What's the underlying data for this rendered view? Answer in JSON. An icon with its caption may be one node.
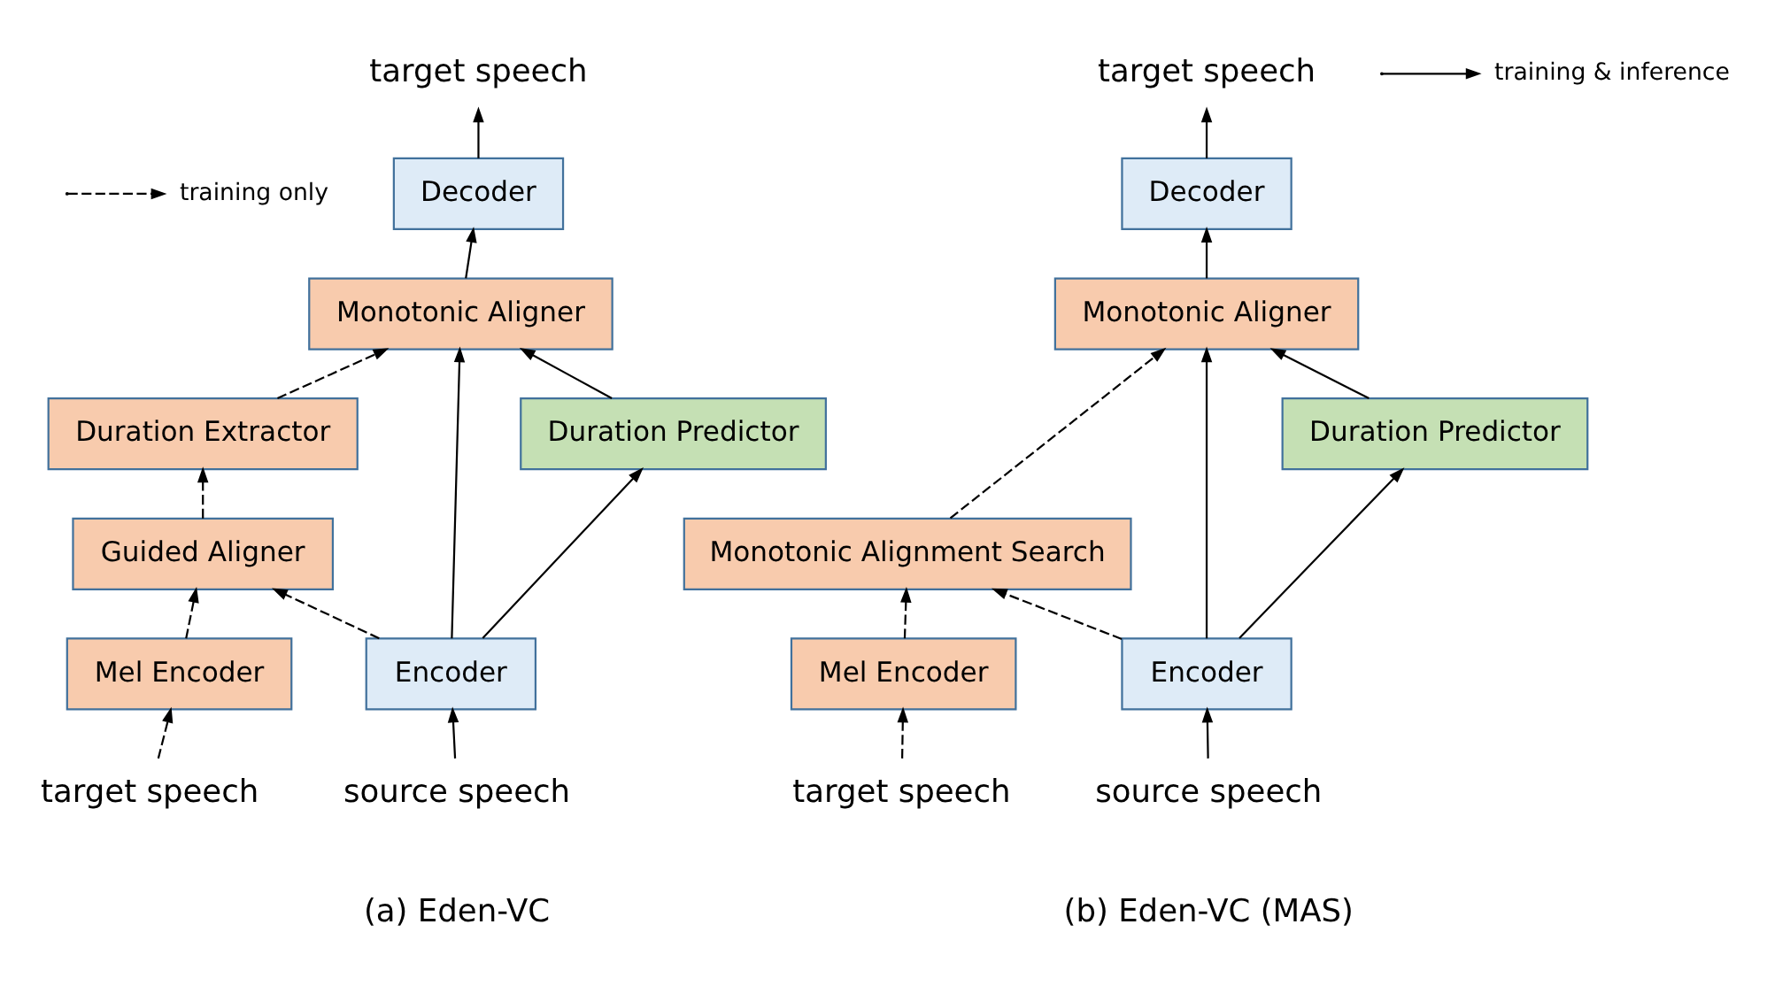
{
  "diagram": {
    "nodes": [
      {
        "text": [
          "target speech"
        ]
      },
      {
        "text": [
          "Decoder"
        ]
      },
      {
        "text": [
          "Monotonic Aligner"
        ]
      },
      {
        "text": [
          "Duration Predictor"
        ]
      },
      {
        "text": [
          "Duration Extractor"
        ]
      },
      {
        "text": [
          "Guided Aligner"
        ]
      },
      {
        "text": [
          "Encoder"
        ]
      },
      {
        "text": [
          "Mel Encoder"
        ]
      },
      {
        "text": [
          "source speech"
        ]
      },
      {
        "text": [
          "target speech"
        ]
      },
      {
        "text": [
          "target speech"
        ]
      },
      {
        "text": [
          "Decoder"
        ]
      },
      {
        "text": [
          "Monotonic Aligner"
        ]
      },
      {
        "text": [
          "Duration Predictor"
        ]
      },
      {
        "text": [
          "Monotonic Alignment Search"
        ]
      },
      {
        "text": [
          "Encoder"
        ]
      },
      {
        "text": [
          "Mel Encoder"
        ]
      },
      {
        "text": [
          "source speech"
        ]
      },
      {
        "text": [
          "target speech"
        ]
      }
    ],
    "edges": [
      {
        "from": 8,
        "to": 6,
        "arrow": "to"
      },
      {
        "from": 6,
        "to": 3,
        "arrow": "to"
      },
      {
        "from": 3,
        "to": 2,
        "arrow": "to"
      },
      {
        "from": 2,
        "to": 1,
        "arrow": "to"
      },
      {
        "from": 1,
        "to": 0,
        "arrow": "to"
      },
      {
        "from": 6,
        "to": 2,
        "arrow": "to"
      },
      {
        "from": 9,
        "to": 7,
        "arrow": "to",
        "style": "dashed"
      },
      {
        "from": 7,
        "to": 5,
        "arrow": "to",
        "style": "dashed"
      },
      {
        "from": 6,
        "to": 5,
        "arrow": "to",
        "style": "dashed"
      },
      {
        "from": 5,
        "to": 4,
        "arrow": "to",
        "style": "dashed"
      },
      {
        "from": 4,
        "to": 2,
        "arrow": "to",
        "style": "dashed"
      },
      {
        "from": 17,
        "to": 15,
        "arrow": "to"
      },
      {
        "from": 15,
        "to": 13,
        "arrow": "to"
      },
      {
        "from": 13,
        "to": 12,
        "arrow": "to"
      },
      {
        "from": 12,
        "to": 11,
        "arrow": "to"
      },
      {
        "from": 11,
        "to": 10,
        "arrow": "to"
      },
      {
        "from": 15,
        "to": 12,
        "arrow": "to"
      },
      {
        "from": 18,
        "to": 16,
        "arrow": "to",
        "style": "dashed"
      },
      {
        "from": 16,
        "to": 14,
        "arrow": "to",
        "style": "dashed"
      },
      {
        "from": 15,
        "to": 14,
        "arrow": "to",
        "style": "dashed"
      },
      {
        "from": 14,
        "to": 12,
        "arrow": "to",
        "style": "dashed"
      }
    ],
    "labels": [
      "(a) Eden-VC",
      "(b) Eden-VC (MAS)"
    ],
    "legend": [
      {
        "text": "training & inference"
      },
      {
        "text": "training only"
      }
    ]
  }
}
